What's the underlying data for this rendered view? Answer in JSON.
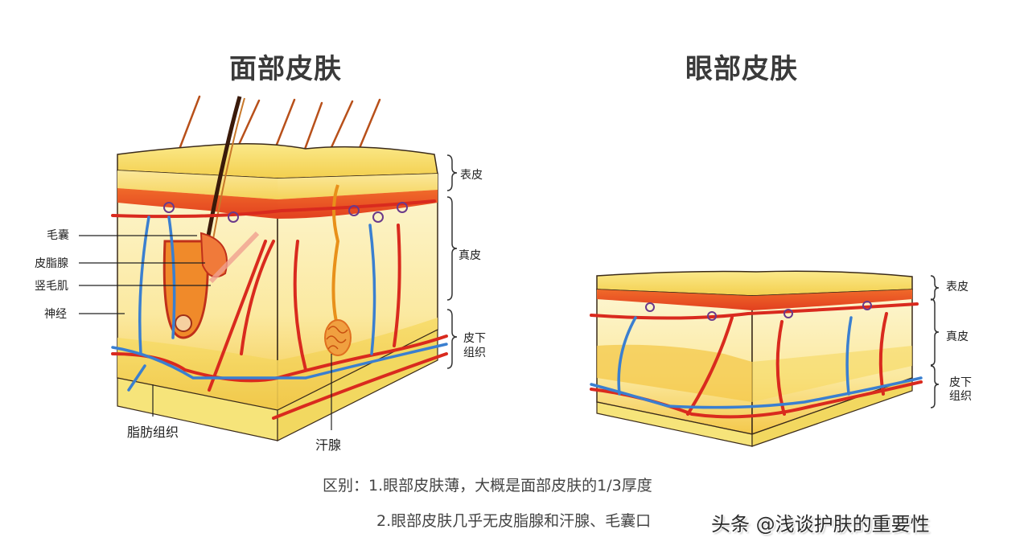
{
  "diagram": {
    "left": {
      "title": "面部皮肤",
      "callouts_left": [
        "毛囊",
        "皮脂腺",
        "竖毛肌",
        "神经"
      ],
      "callouts_bottom": [
        "脂肪组织",
        "汗腺"
      ],
      "layers": [
        "表皮",
        "真皮",
        "皮下组织"
      ]
    },
    "right": {
      "title": "眼部皮肤",
      "layers": [
        "表皮",
        "真皮",
        "皮下组织"
      ]
    },
    "colors": {
      "epidermis_surface": "#f7df6a",
      "epidermis_band": "#f0b840",
      "basal_red": "#e4502a",
      "dermis": "#fbf4c6",
      "subcutaneous": "#f5d04a",
      "artery": "#d92a1e",
      "vein": "#3a7fd0",
      "outline": "#3a2a1a"
    }
  },
  "notes": {
    "line1": "区别：1.眼部皮肤薄，大概是面部皮肤的1/3厚度",
    "line2": "2.眼部皮肤几乎无皮脂腺和汗腺、毛囊口"
  },
  "watermark": "头条 @浅谈护肤的重要性",
  "layer_labels": {
    "epidermis": "表皮",
    "dermis": "真皮",
    "subcutaneous_1": "皮下",
    "subcutaneous_2": "组织"
  }
}
